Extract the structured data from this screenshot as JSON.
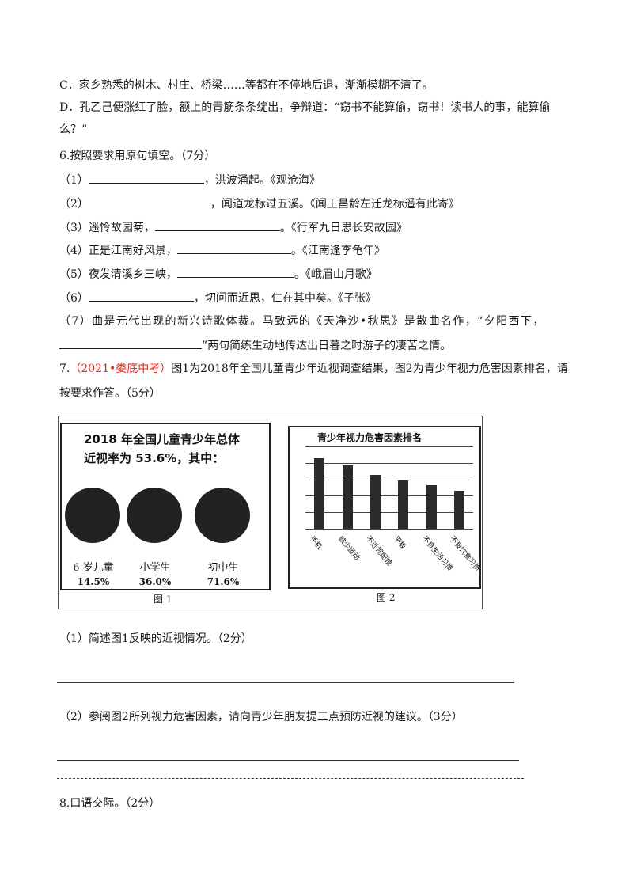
{
  "lines": {
    "c": "C．家乡熟悉的树木、村庄、桥梁……等都在不停地后退，渐渐模糊不清了。",
    "d1": "D．孔乙己便涨红了脸，额上的青筋条条绽出，争辩道：“窃书不能算偷，窃书！读书人的事，能算偷",
    "d2": "么？”",
    "q6": "6.按照要求用原句填空。（7分）",
    "q6_1_num": "（1）",
    "q6_1_tail": "，洪波涌起。《观沧海》",
    "q6_2_num": "（2）",
    "q6_2_tail": "，闻道龙标过五溪。《闻王昌龄左迁龙标遥有此寄》",
    "q6_3_head": "（3）遥怜故园菊，",
    "q6_3_tail": "。《行军九日思长安故园》",
    "q6_4_head": "（4）正是江南好风景，",
    "q6_4_tail": "。《江南逢李龟年》",
    "q6_5_head": "（5）夜发清溪乡三峡，",
    "q6_5_tail": "。《峨眉山月歌》",
    "q6_6_num": "（6）",
    "q6_6_tail": "，切问而近思，仁在其中矣。《子张》",
    "q6_7_a": "（7）曲是元代出现的新兴诗歌体裁。马致远的《天净沙•秋思》是散曲名作，“夕阳西下，",
    "q6_7_b": "”两句简练生动地传达出日暮之时游子的凄苦之情。",
    "q7_num": "7.",
    "q7_tag": "（2021•娄底中考）",
    "q7_text": "图1为2018年全国儿童青少年近视调查结果，图2为青少年视力危害因素排名，请",
    "q7_text2": "按要求作答。（5分）",
    "q7_1": "（1）简述图1反映的近视情况。（2分）",
    "q7_2": "（2）参阅图2所列视力危害因素，请向青少年朋友提三点预防近视的建议。（3分）",
    "q8": "8.口语交际。（2分）"
  },
  "figure1": {
    "title_line1": "2018 年全国儿童青少年总体",
    "title_line2": "近视率为 53.6%，其中：",
    "groups": [
      {
        "label": "6 岁儿童",
        "value": "14.5%"
      },
      {
        "label": "小学生",
        "value": "36.0%"
      },
      {
        "label": "初中生",
        "value": "71.6%"
      }
    ],
    "caption": "图 1"
  },
  "chart_data": {
    "type": "bar",
    "title": "青少年视力危害因素排名",
    "categories": [
      "手机",
      "缺少运动",
      "不近视配镜",
      "平板",
      "不良生活习惯",
      "不良饮食习惯"
    ],
    "values": [
      6,
      5.4,
      4.6,
      4.2,
      3.7,
      3.2
    ],
    "ylim": [
      0,
      7
    ],
    "grid": true,
    "caption": "图 2"
  },
  "colors": {
    "accent_red": "#e0261c"
  }
}
